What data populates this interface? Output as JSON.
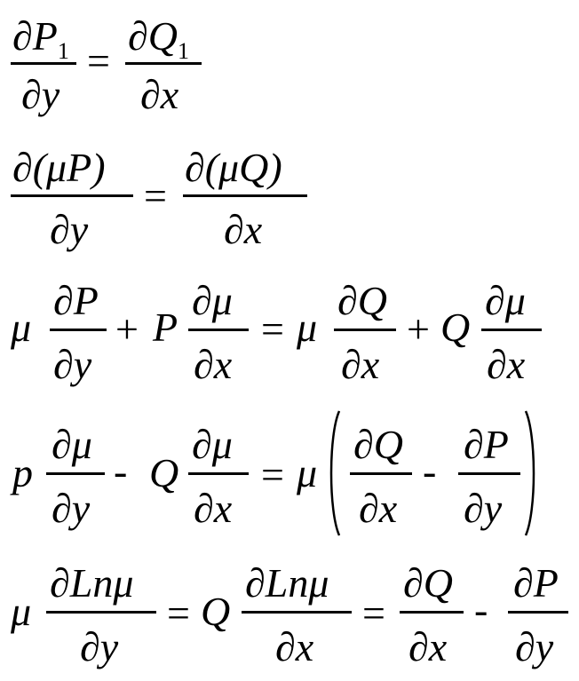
{
  "eq1": {
    "n1": "∂P",
    "n1s": "1",
    "d1": "∂y",
    "eq": "=",
    "n2": "∂Q",
    "n2s": "1",
    "d2": "∂x"
  },
  "eq2": {
    "n1": "∂(μP)",
    "d1": "∂y",
    "eq": "=",
    "n2": "∂(μQ)",
    "d2": "∂x"
  },
  "eq3": {
    "mu": "μ",
    "n1": "∂P",
    "d1": "∂y",
    "plus": "+",
    "P": "P",
    "n2": "∂μ",
    "d2": "∂x",
    "eq": "=",
    "mu2": "μ",
    "n3": "∂Q",
    "d3": "∂x",
    "plus2": "+",
    "Q": "Q",
    "n4": "∂μ",
    "d4": "∂x"
  },
  "eq4": {
    "p": "p",
    "n1": "∂μ",
    "d1": "∂y",
    "minus": "-",
    "Q": "Q",
    "n2": "∂μ",
    "d2": "∂x",
    "eq": "=",
    "mu": "μ",
    "n3": "∂Q",
    "d3": "∂x",
    "minus2": "-",
    "n4": "∂P",
    "d4": "∂y"
  },
  "eq5": {
    "mu": "μ",
    "n1": "∂Lnμ",
    "d1": "∂y",
    "eq": "=",
    "Q": "Q",
    "n2": "∂Lnμ",
    "d2": "∂x",
    "eq2": "=",
    "n3": "∂Q",
    "d3": "∂x",
    "minus": "-",
    "n4": "∂P",
    "d4": "∂y"
  }
}
